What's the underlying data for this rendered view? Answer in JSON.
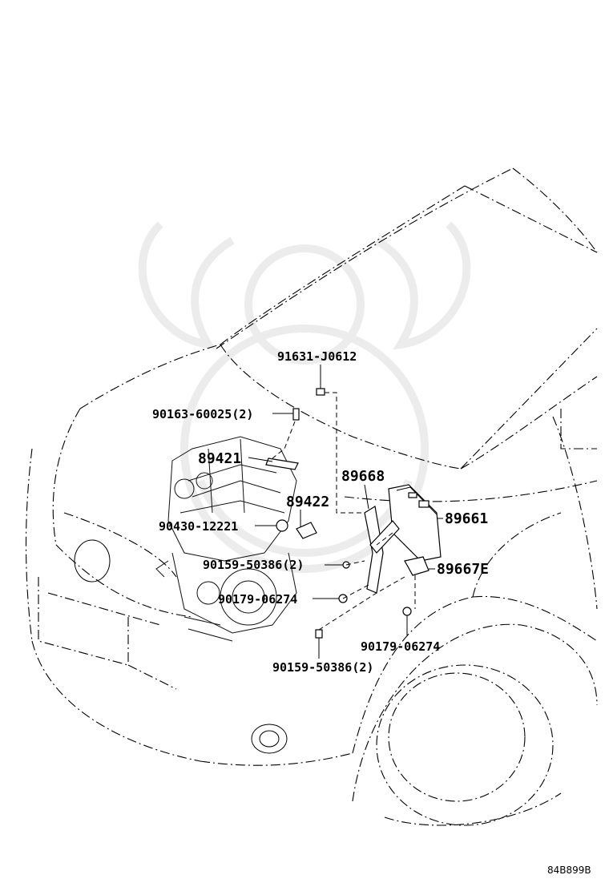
{
  "diagram": {
    "footer_code": "84B899B",
    "labels": {
      "p91631": "91631-J0612",
      "p90163": "90163-60025(2)",
      "p89421": "89421",
      "p89668": "89668",
      "p89422": "89422",
      "p89661": "89661",
      "p90430": "90430-12221",
      "p90159a": "90159-50386(2)",
      "p89667e": "89667E",
      "p90179a": "90179-06274",
      "p90179b": "90179-06274",
      "p90159b": "90159-50386(2)"
    }
  }
}
